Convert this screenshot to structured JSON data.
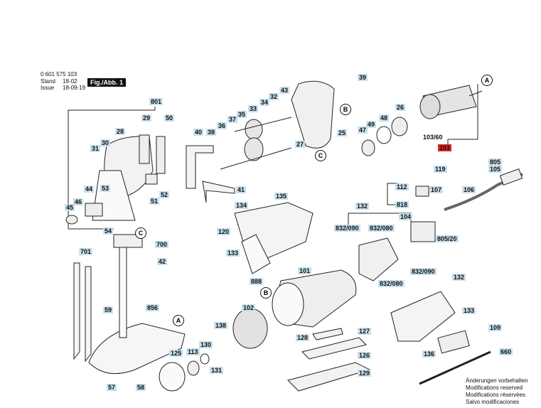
{
  "header": {
    "part_number": "0 601 575 103",
    "stand_label": "Stand",
    "stand_value": "18-02",
    "issue_label": "Issue",
    "issue_value": "18-09-19",
    "figure_label": "Fig./Abb. 1"
  },
  "notes": [
    "Änderungen vorbehalten",
    "Modifications reserved",
    "Modifications réservées",
    "Salvo modificaciones"
  ],
  "callouts": {
    "A1": "A",
    "A2": "A",
    "B1": "B",
    "B2": "B",
    "C1": "C",
    "C2": "C"
  },
  "labels": {
    "801": "801",
    "29": "29",
    "50": "50",
    "28": "28",
    "31": "31",
    "30": "30",
    "44": "44",
    "53": "53",
    "46": "46",
    "45": "45",
    "52": "52",
    "51": "51",
    "54": "54",
    "40": "40",
    "38": "38",
    "36": "36",
    "37": "37",
    "35": "35",
    "33": "33",
    "34": "34",
    "32": "32",
    "43": "43",
    "39": "39",
    "25": "25",
    "27": "27",
    "41": "41",
    "47": "47",
    "49": "49",
    "48": "48",
    "26": "26",
    "103_60": "103/60",
    "103": "103",
    "119": "119",
    "805": "805",
    "105": "105",
    "112": "112",
    "107": "107",
    "106": "106",
    "818": "818",
    "104": "104",
    "805_20": "805/20",
    "135": "135",
    "134": "134",
    "132a": "132",
    "832_090a": "832/090",
    "832_080a": "832/080",
    "120": "120",
    "133a": "133",
    "700": "700",
    "701": "701",
    "42": "42",
    "59": "59",
    "856": "856",
    "101": "101",
    "888": "888",
    "832_090b": "832/090",
    "132b": "132",
    "832_080b": "832/080",
    "102": "102",
    "133b": "133",
    "138": "138",
    "128": "128",
    "127": "127",
    "109": "109",
    "130": "130",
    "125": "125",
    "113": "113",
    "131": "131",
    "126": "126",
    "136": "136",
    "660": "660",
    "57": "57",
    "58": "58",
    "129": "129"
  },
  "colors": {
    "tag": "#c8e0ee",
    "highlight": "#e0211f",
    "ink": "#111111"
  }
}
